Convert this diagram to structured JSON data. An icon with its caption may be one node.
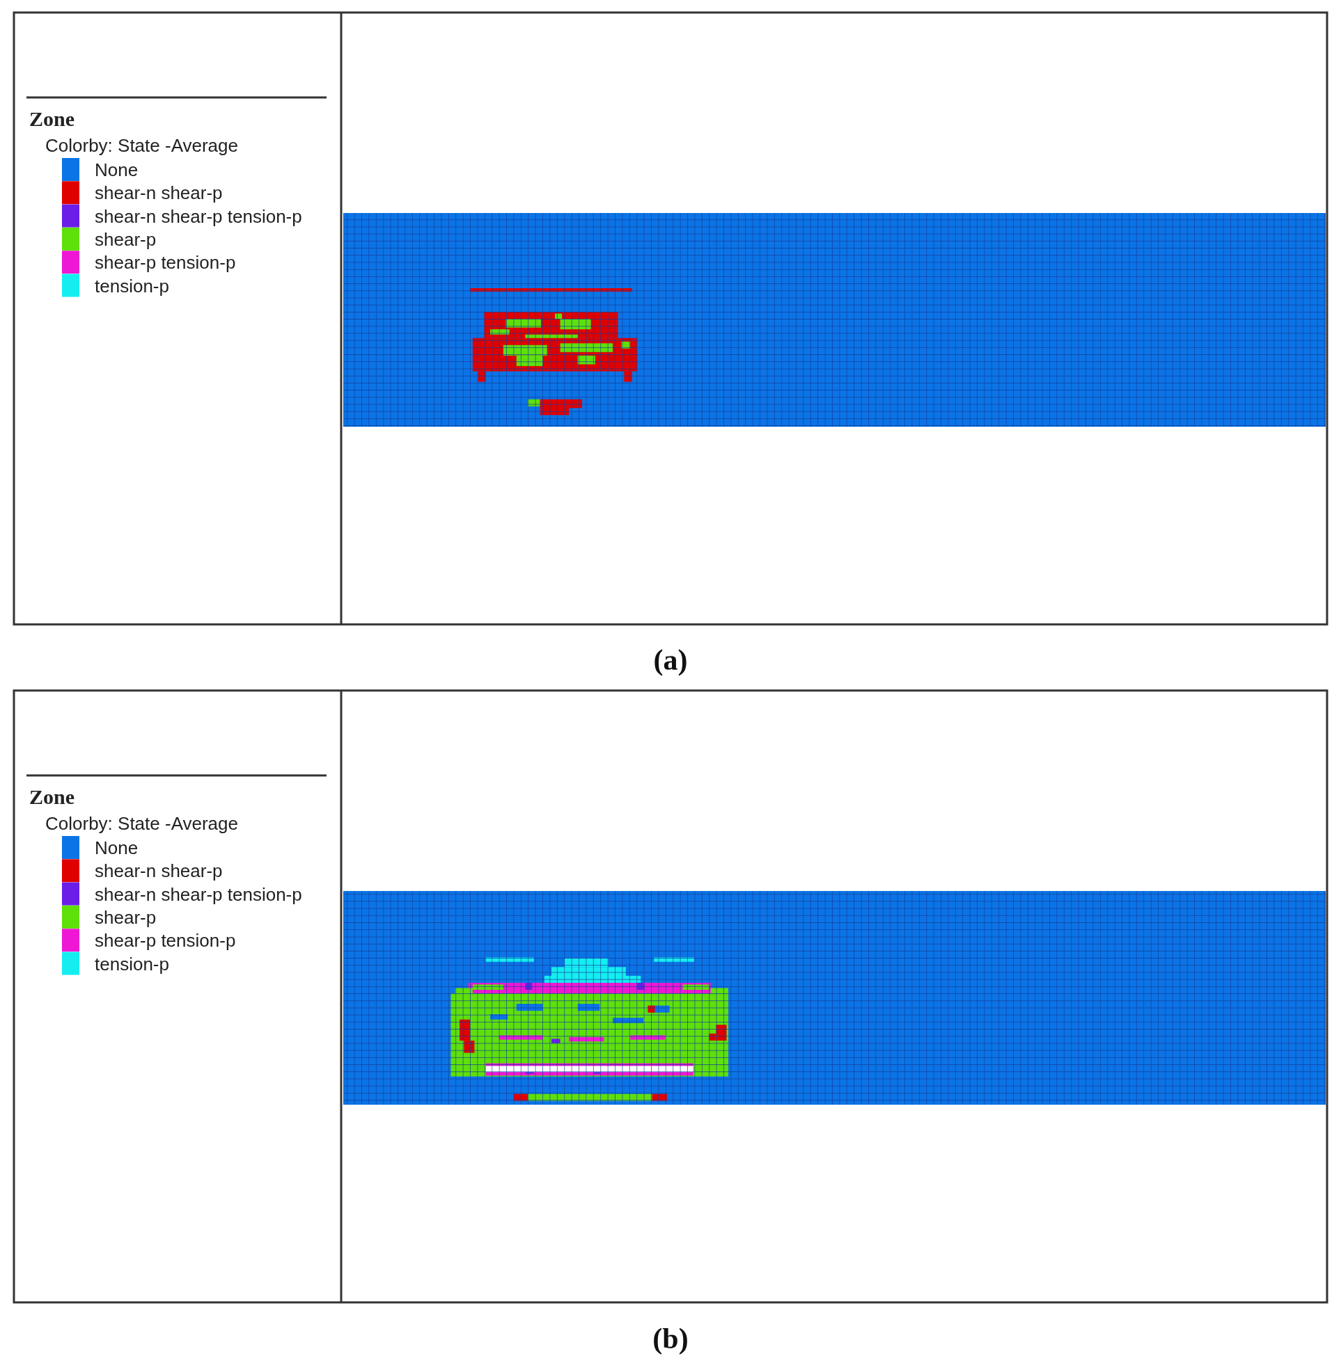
{
  "diagram": {
    "labels": [
      "Zone",
      "Colorby: State  -Average",
      "(a)",
      "Zone",
      "Colorby: State  -Average",
      "(b)"
    ],
    "legend": [
      {
        "text": "None",
        "color": "#0b74e6"
      },
      {
        "text": "shear-n shear-p",
        "color": "#e00000"
      },
      {
        "text": "shear-n shear-p tension-p",
        "color": "#6a1ee8"
      },
      {
        "text": "shear-p",
        "color": "#5ee00a"
      },
      {
        "text": "shear-p tension-p",
        "color": "#ee18d4"
      },
      {
        "text": "tension-p",
        "color": "#14eef0"
      },
      {
        "text": "None",
        "color": "#0b74e6"
      },
      {
        "text": "shear-n shear-p",
        "color": "#e00000"
      },
      {
        "text": "shear-n shear-p tension-p",
        "color": "#6a1ee8"
      },
      {
        "text": "shear-p",
        "color": "#5ee00a"
      },
      {
        "text": "shear-p tension-p",
        "color": "#ee18d4"
      },
      {
        "text": "tension-p",
        "color": "#14eef0"
      }
    ]
  }
}
